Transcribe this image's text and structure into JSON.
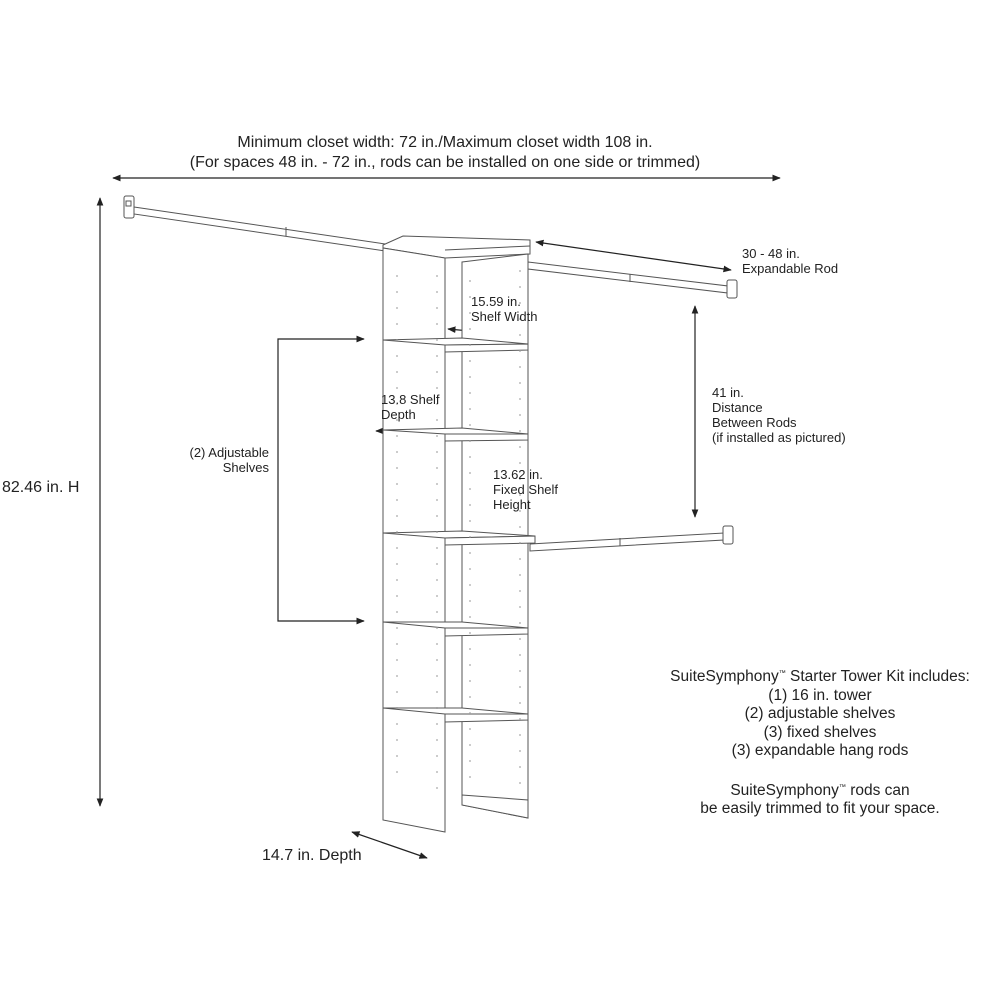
{
  "title": {
    "line1": "Minimum closet width: 72 in./Maximum closet width 108 in.",
    "line2": "(For spaces 48 in. - 72 in., rods can be installed on one side or trimmed)"
  },
  "labels": {
    "height": "82.46 in. H",
    "rod_length_1": "30 - 48 in.",
    "rod_length_2": "Expandable Rod",
    "shelf_width_1": "15.59 in.",
    "shelf_width_2": "Shelf Width",
    "shelf_depth_1": "13.8 Shelf",
    "shelf_depth_2": "Depth",
    "adjustable_1": "(2) Adjustable",
    "adjustable_2": "Shelves",
    "fixed_1": "13.62 in.",
    "fixed_2": "Fixed Shelf",
    "fixed_3": "Height",
    "distance_1": "41 in.",
    "distance_2": "Distance",
    "distance_3": "Between Rods",
    "distance_4": "(if installed as pictured)",
    "tower_depth": "14.7 in. Depth"
  },
  "kit": {
    "brand": "SuiteSymphony",
    "tm": "™",
    "heading_rest": " Starter Tower Kit includes:",
    "items": [
      "(1) 16 in. tower",
      "(2) adjustable shelves",
      "(3) fixed shelves",
      "(3) expandable hang rods"
    ],
    "note_brand": "SuiteSymphony",
    "note_rest": "rods can",
    "note_line2": "be easily trimmed to fit your space."
  },
  "colors": {
    "line": "#222222",
    "drawing": "#555555",
    "faint": "#b0b0b0"
  }
}
